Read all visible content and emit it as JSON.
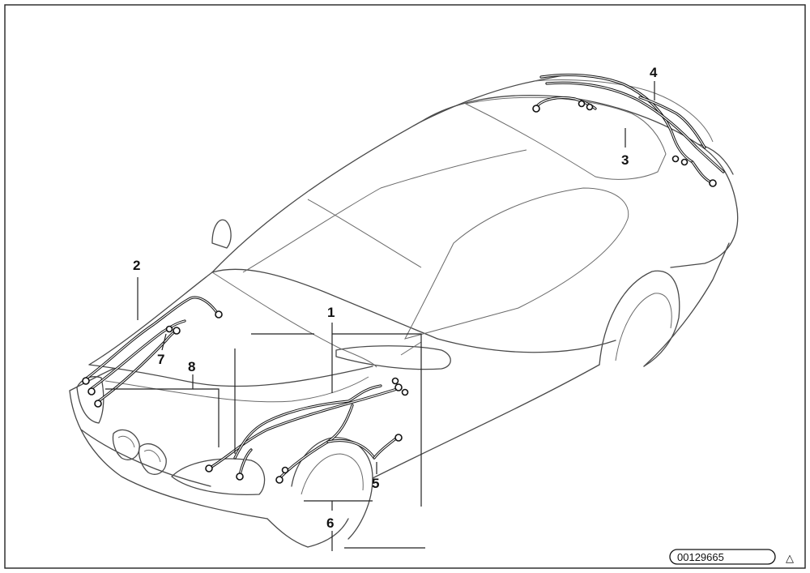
{
  "diagram": {
    "callouts": [
      {
        "label": "1"
      },
      {
        "label": "2"
      },
      {
        "label": "3"
      },
      {
        "label": "4"
      },
      {
        "label": "5"
      },
      {
        "label": "6"
      },
      {
        "label": "7"
      },
      {
        "label": "8"
      }
    ],
    "document_id": "00129665",
    "corner_mark": "△"
  }
}
